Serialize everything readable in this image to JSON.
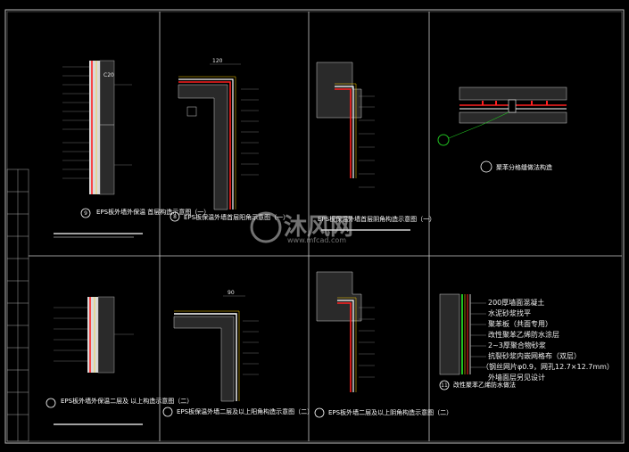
{
  "watermark": {
    "brand": "沐风网",
    "url": "www.mfcad.com"
  },
  "panels": [
    {
      "num": "9",
      "title": "EPS板外墙外保温 首层构造示意图（一）"
    },
    {
      "num": "8",
      "title": "EPS板保温外墙首层阳角示意图（一）"
    },
    {
      "num": "",
      "title": "EPS板保温外墙首层阴角构造示意图（一）"
    },
    {
      "num": "",
      "title": "聚苯分格缝做法构造"
    },
    {
      "num": "",
      "title": "EPS板外墙外保温二层及 以上构造示意图（二）"
    },
    {
      "num": "",
      "title": "EPS板保温外墙二层及以上阳角构造示意图（二）"
    },
    {
      "num": "",
      "title": "EPS板外墙二层及以上阴角构造示意图（二）"
    },
    {
      "num": "11",
      "title": "改性聚苯乙烯防水做法"
    }
  ],
  "dims": {
    "c1": "C20",
    "c2": "120",
    "c3": "90"
  },
  "notes_right": [
    "200厚墙面混凝土",
    "水泥砂浆找平",
    "聚苯板（共面专用）",
    "改性聚苯乙烯防水涂层",
    "2~3厚聚合物砂浆",
    "抗裂砂浆内嵌网格布（双层）",
    "（钢丝网片φ0.9，网孔12.7×12.7mm）",
    "外墙面层另见设计"
  ]
}
